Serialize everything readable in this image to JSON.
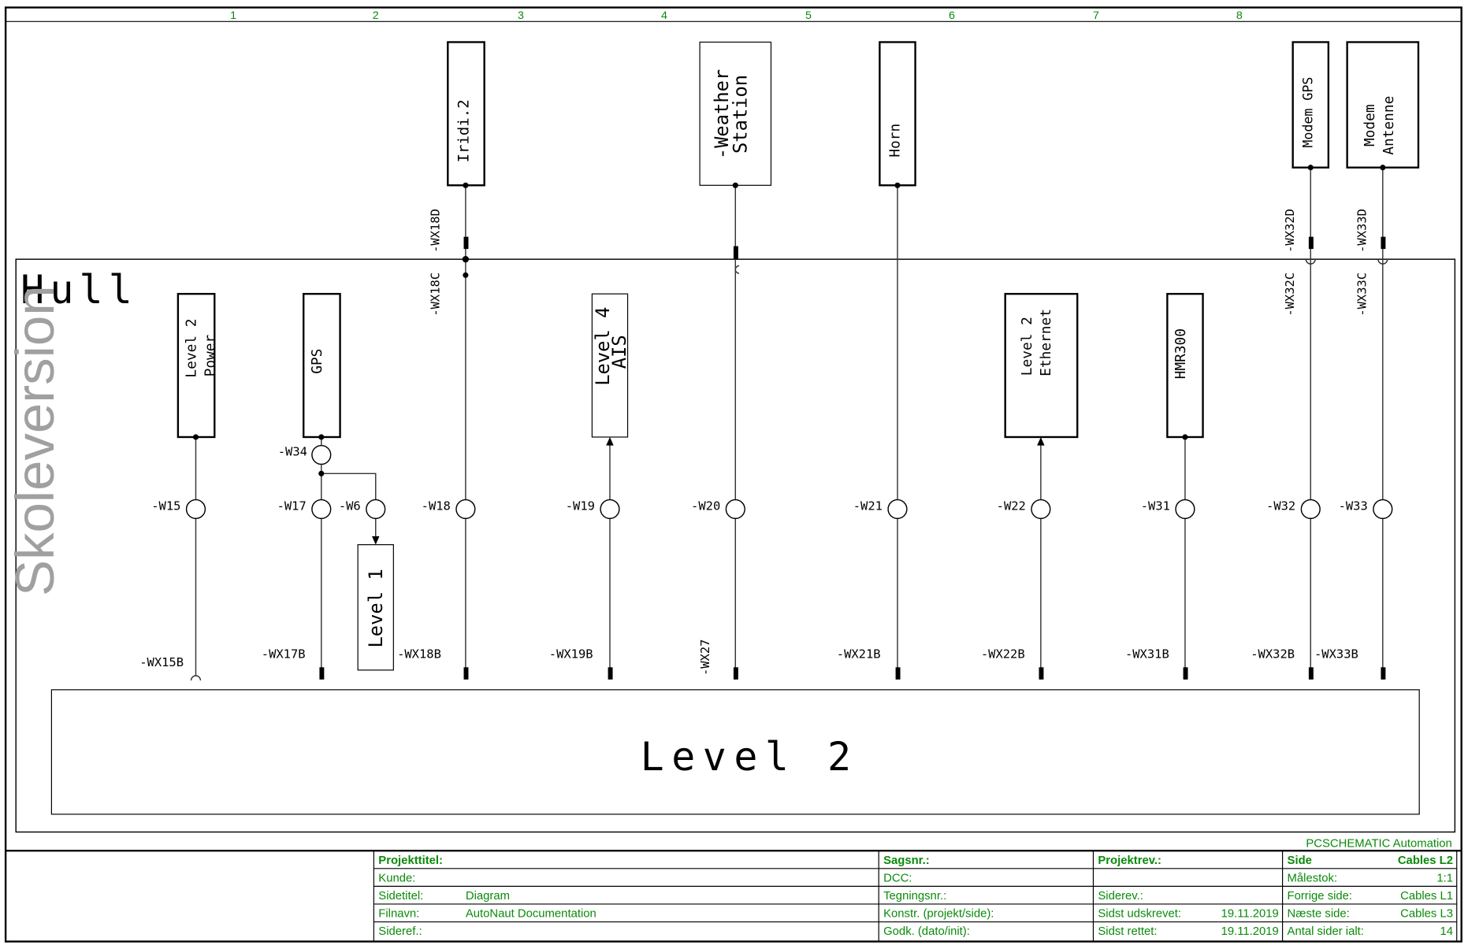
{
  "columns": [
    "1",
    "2",
    "3",
    "4",
    "5",
    "6",
    "7",
    "8"
  ],
  "watermark": "Skoleversion",
  "hull_label": "Hull",
  "level2_label": "Level 2",
  "devices_top": {
    "iridium": "Iridi.2",
    "weather": [
      "-Weather",
      "Station"
    ],
    "horn": "Horn",
    "modem_gps": "Modem GPS",
    "modem_antenne": [
      "Modem",
      "Antenne"
    ]
  },
  "devices_hull": {
    "level2_power": [
      "Level 2",
      "Power"
    ],
    "gps": "GPS",
    "level4_ais": [
      "Level 4",
      "AIS"
    ],
    "level2_ethernet": [
      "Level 2",
      "Ethernet"
    ],
    "hmr300": "HMR300",
    "level1": "Level 1"
  },
  "cables": {
    "w15": "-W15",
    "w17": "-W17",
    "w6": "-W6",
    "w34": "-W34",
    "w18": "-W18",
    "w19": "-W19",
    "w20": "-W20",
    "w21": "-W21",
    "w22": "-W22",
    "w31": "-W31",
    "w32": "-W32",
    "w33": "-W33"
  },
  "connectors": {
    "wx15b": "-WX15B",
    "wx17b": "-WX17B",
    "wx18b": "-WX18B",
    "wx19b": "-WX19B",
    "wx27": "-WX27",
    "wx21b": "-WX21B",
    "wx22b": "-WX22B",
    "wx31b": "-WX31B",
    "wx32b": "-WX32B",
    "wx33b": "-WX33B",
    "wx18c": "-WX18C",
    "wx18d": "-WX18D",
    "wx32c": "-WX32C",
    "wx32d": "-WX32D",
    "wx33c": "-WX33C",
    "wx33d": "-WX33D"
  },
  "title_block": {
    "brand": "PCSCHEMATIC Automation",
    "projekttitel": "Projekttitel:",
    "kunde": "Kunde:",
    "sidetitel": "Sidetitel:",
    "sidetitel_value": "Diagram",
    "filnavn": "Filnavn:",
    "filnavn_value": "AutoNaut Documentation",
    "sideref": "Sideref.:",
    "sagsnr": "Sagsnr.:",
    "dcc": "DCC:",
    "tegningsnr": "Tegningsnr.:",
    "konstr": "Konstr. (projekt/side):",
    "godk": "Godk. (dato/init):",
    "projektrev": "Projektrev.:",
    "siderev": "Siderev.:",
    "sidst_udskrevet": "Sidst udskrevet:",
    "sidst_udskrevet_value": "19.11.2019",
    "sidst_rettet": "Sidst rettet:",
    "sidst_rettet_value": "19.11.2019",
    "side": "Side",
    "side_value": "Cables L2",
    "malestok": "Målestok:",
    "malestok_value": "1:1",
    "forrige": "Forrige side:",
    "forrige_value": "Cables L1",
    "naeste": "Næste side:",
    "naeste_value": "Cables L3",
    "antal": "Antal sider ialt:",
    "antal_value": "14"
  }
}
